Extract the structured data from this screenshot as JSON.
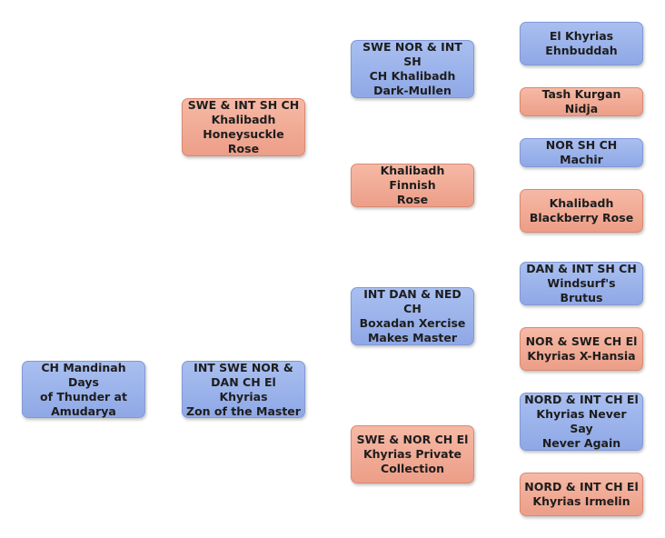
{
  "colors": {
    "male": "#99b0ea",
    "female": "#f0a992"
  },
  "pedigree": {
    "subject": {
      "name": "CH Mandinah Days\nof Thunder at\nAmudarya",
      "sex": "male"
    },
    "sire": {
      "name": "INT SWE NOR &\nDAN CH El Khyrias\nZon of the Master",
      "sex": "male"
    },
    "dam": {
      "name": "SWE & INT SH CH\nKhalibadh\nHoneysuckle Rose",
      "sex": "female"
    },
    "dam_sire": {
      "name": "SWE NOR & INT SH\nCH Khalibadh\nDark-Mullen",
      "sex": "male"
    },
    "dam_dam": {
      "name": "Khalibadh Finnish\nRose",
      "sex": "female"
    },
    "sire_sire": {
      "name": "INT DAN & NED CH\nBoxadan Xercise\nMakes Master",
      "sex": "male"
    },
    "sire_dam": {
      "name": "SWE & NOR CH El\nKhyrias Private\nCollection",
      "sex": "female"
    },
    "gen3": [
      {
        "name": "El Khyrias\nEhnbuddah",
        "sex": "male"
      },
      {
        "name": "Tash Kurgan Nidja",
        "sex": "female"
      },
      {
        "name": "NOR SH CH Machir",
        "sex": "male"
      },
      {
        "name": "Khalibadh\nBlackberry Rose",
        "sex": "female"
      },
      {
        "name": "DAN & INT SH CH\nWindsurf's  Brutus",
        "sex": "male"
      },
      {
        "name": "NOR & SWE CH El\nKhyrias X-Hansia",
        "sex": "female"
      },
      {
        "name": "NORD & INT CH El\nKhyrias Never Say\nNever Again",
        "sex": "male"
      },
      {
        "name": "NORD & INT CH El\nKhyrias Irmelin",
        "sex": "female"
      }
    ]
  }
}
